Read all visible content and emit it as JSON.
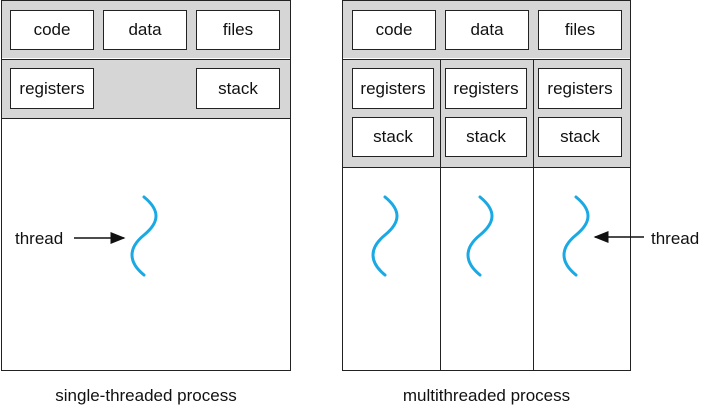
{
  "single": {
    "caption": "single-threaded process",
    "code": "code",
    "data": "data",
    "files": "files",
    "registers": "registers",
    "stack": "stack",
    "thread_label": "thread"
  },
  "multi": {
    "caption": "multithreaded process",
    "code": "code",
    "data": "data",
    "files": "files",
    "threads": [
      {
        "registers": "registers",
        "stack": "stack"
      },
      {
        "registers": "registers",
        "stack": "stack"
      },
      {
        "registers": "registers",
        "stack": "stack"
      }
    ],
    "thread_label": "thread"
  },
  "colors": {
    "thread": "#1aa9e3",
    "shared_area": "#d6d6d6"
  }
}
